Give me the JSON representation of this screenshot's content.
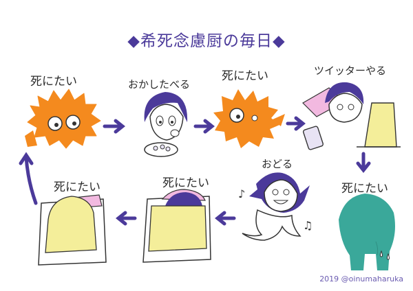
{
  "title": "◆希死念慮厨の毎日◆",
  "steps": [
    {
      "label": "死にたい"
    },
    {
      "label": "おかしたべる"
    },
    {
      "label": "死にたい"
    },
    {
      "label": "ツイッターやる"
    },
    {
      "label": "死にたい"
    },
    {
      "label": "おどる"
    },
    {
      "label": "死にたい"
    },
    {
      "label": "死にたい"
    }
  ],
  "credit": "2019 @oinumaharuka",
  "colors": {
    "orange": "#f48a1e",
    "purple": "#4b3a9a",
    "blanket": "#f4ee9a",
    "pink": "#f2b9e0",
    "teal": "#3aa89a",
    "lavender": "#e8e3f4"
  }
}
